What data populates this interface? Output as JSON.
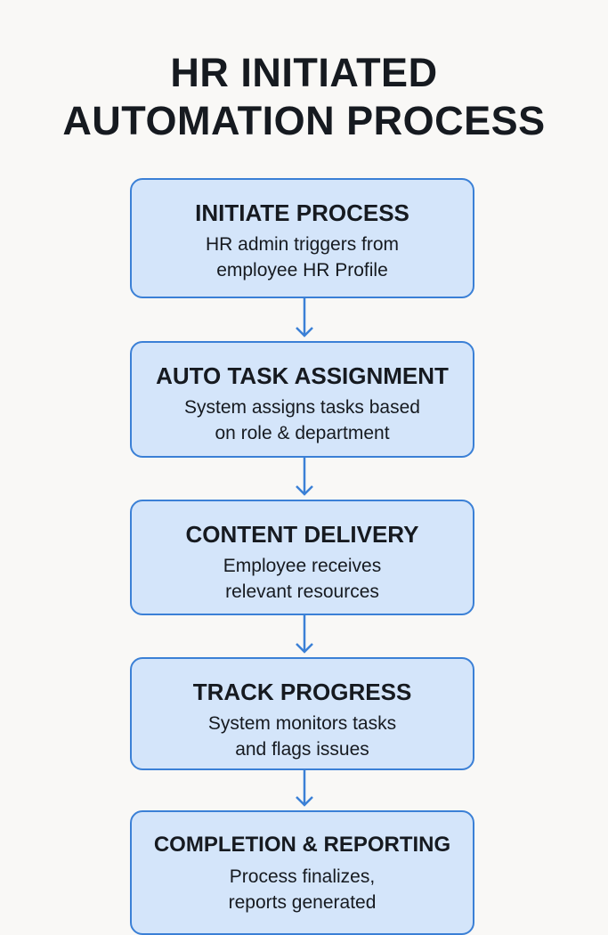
{
  "title": {
    "line1": "HR INITIATED",
    "line2": "AUTOMATION PROCESS"
  },
  "colors": {
    "box_fill": "#d4e5fa",
    "box_border": "#3b80d6",
    "arrow": "#3b80d6",
    "background": "#f9f8f6"
  },
  "steps": [
    {
      "heading": "INITIATE PROCESS",
      "description": "HR admin triggers from\nemployee HR Profile"
    },
    {
      "heading": "AUTO TASK ASSIGNMENT",
      "description": "System assigns tasks based\non role & department"
    },
    {
      "heading": "CONTENT DELIVERY",
      "description": "Employee receives\nrelevant resources"
    },
    {
      "heading": "TRACK PROGRESS",
      "description": "System monitors tasks\nand flags issues"
    },
    {
      "heading": "COMPLETION & REPORTING",
      "description": "Process finalizes,\nreports generated"
    }
  ]
}
